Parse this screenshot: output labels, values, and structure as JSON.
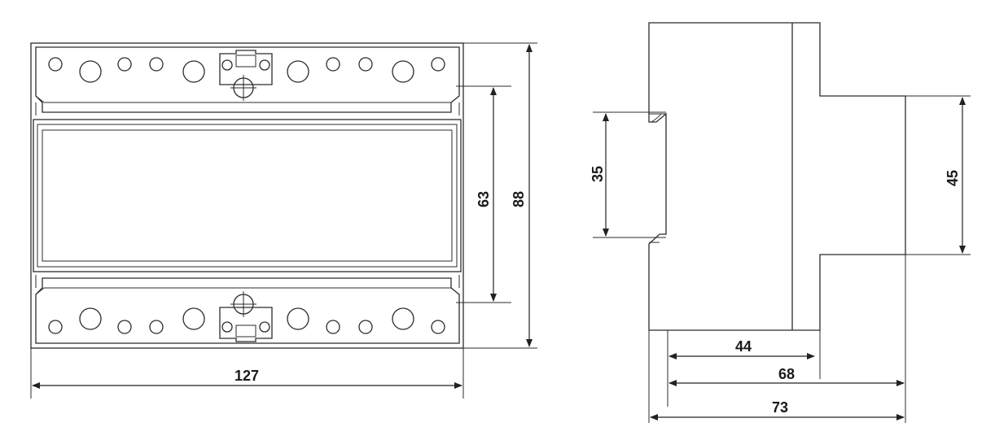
{
  "dimensions": {
    "front_width": "127",
    "front_height_inner": "63",
    "front_height_total": "88",
    "side_rail_height": "35",
    "side_front_height": "45",
    "side_depth_44": "44",
    "side_depth_68": "68",
    "side_depth_73": "73"
  },
  "colors": {
    "line": "#2b2b2b",
    "background": "#ffffff"
  }
}
